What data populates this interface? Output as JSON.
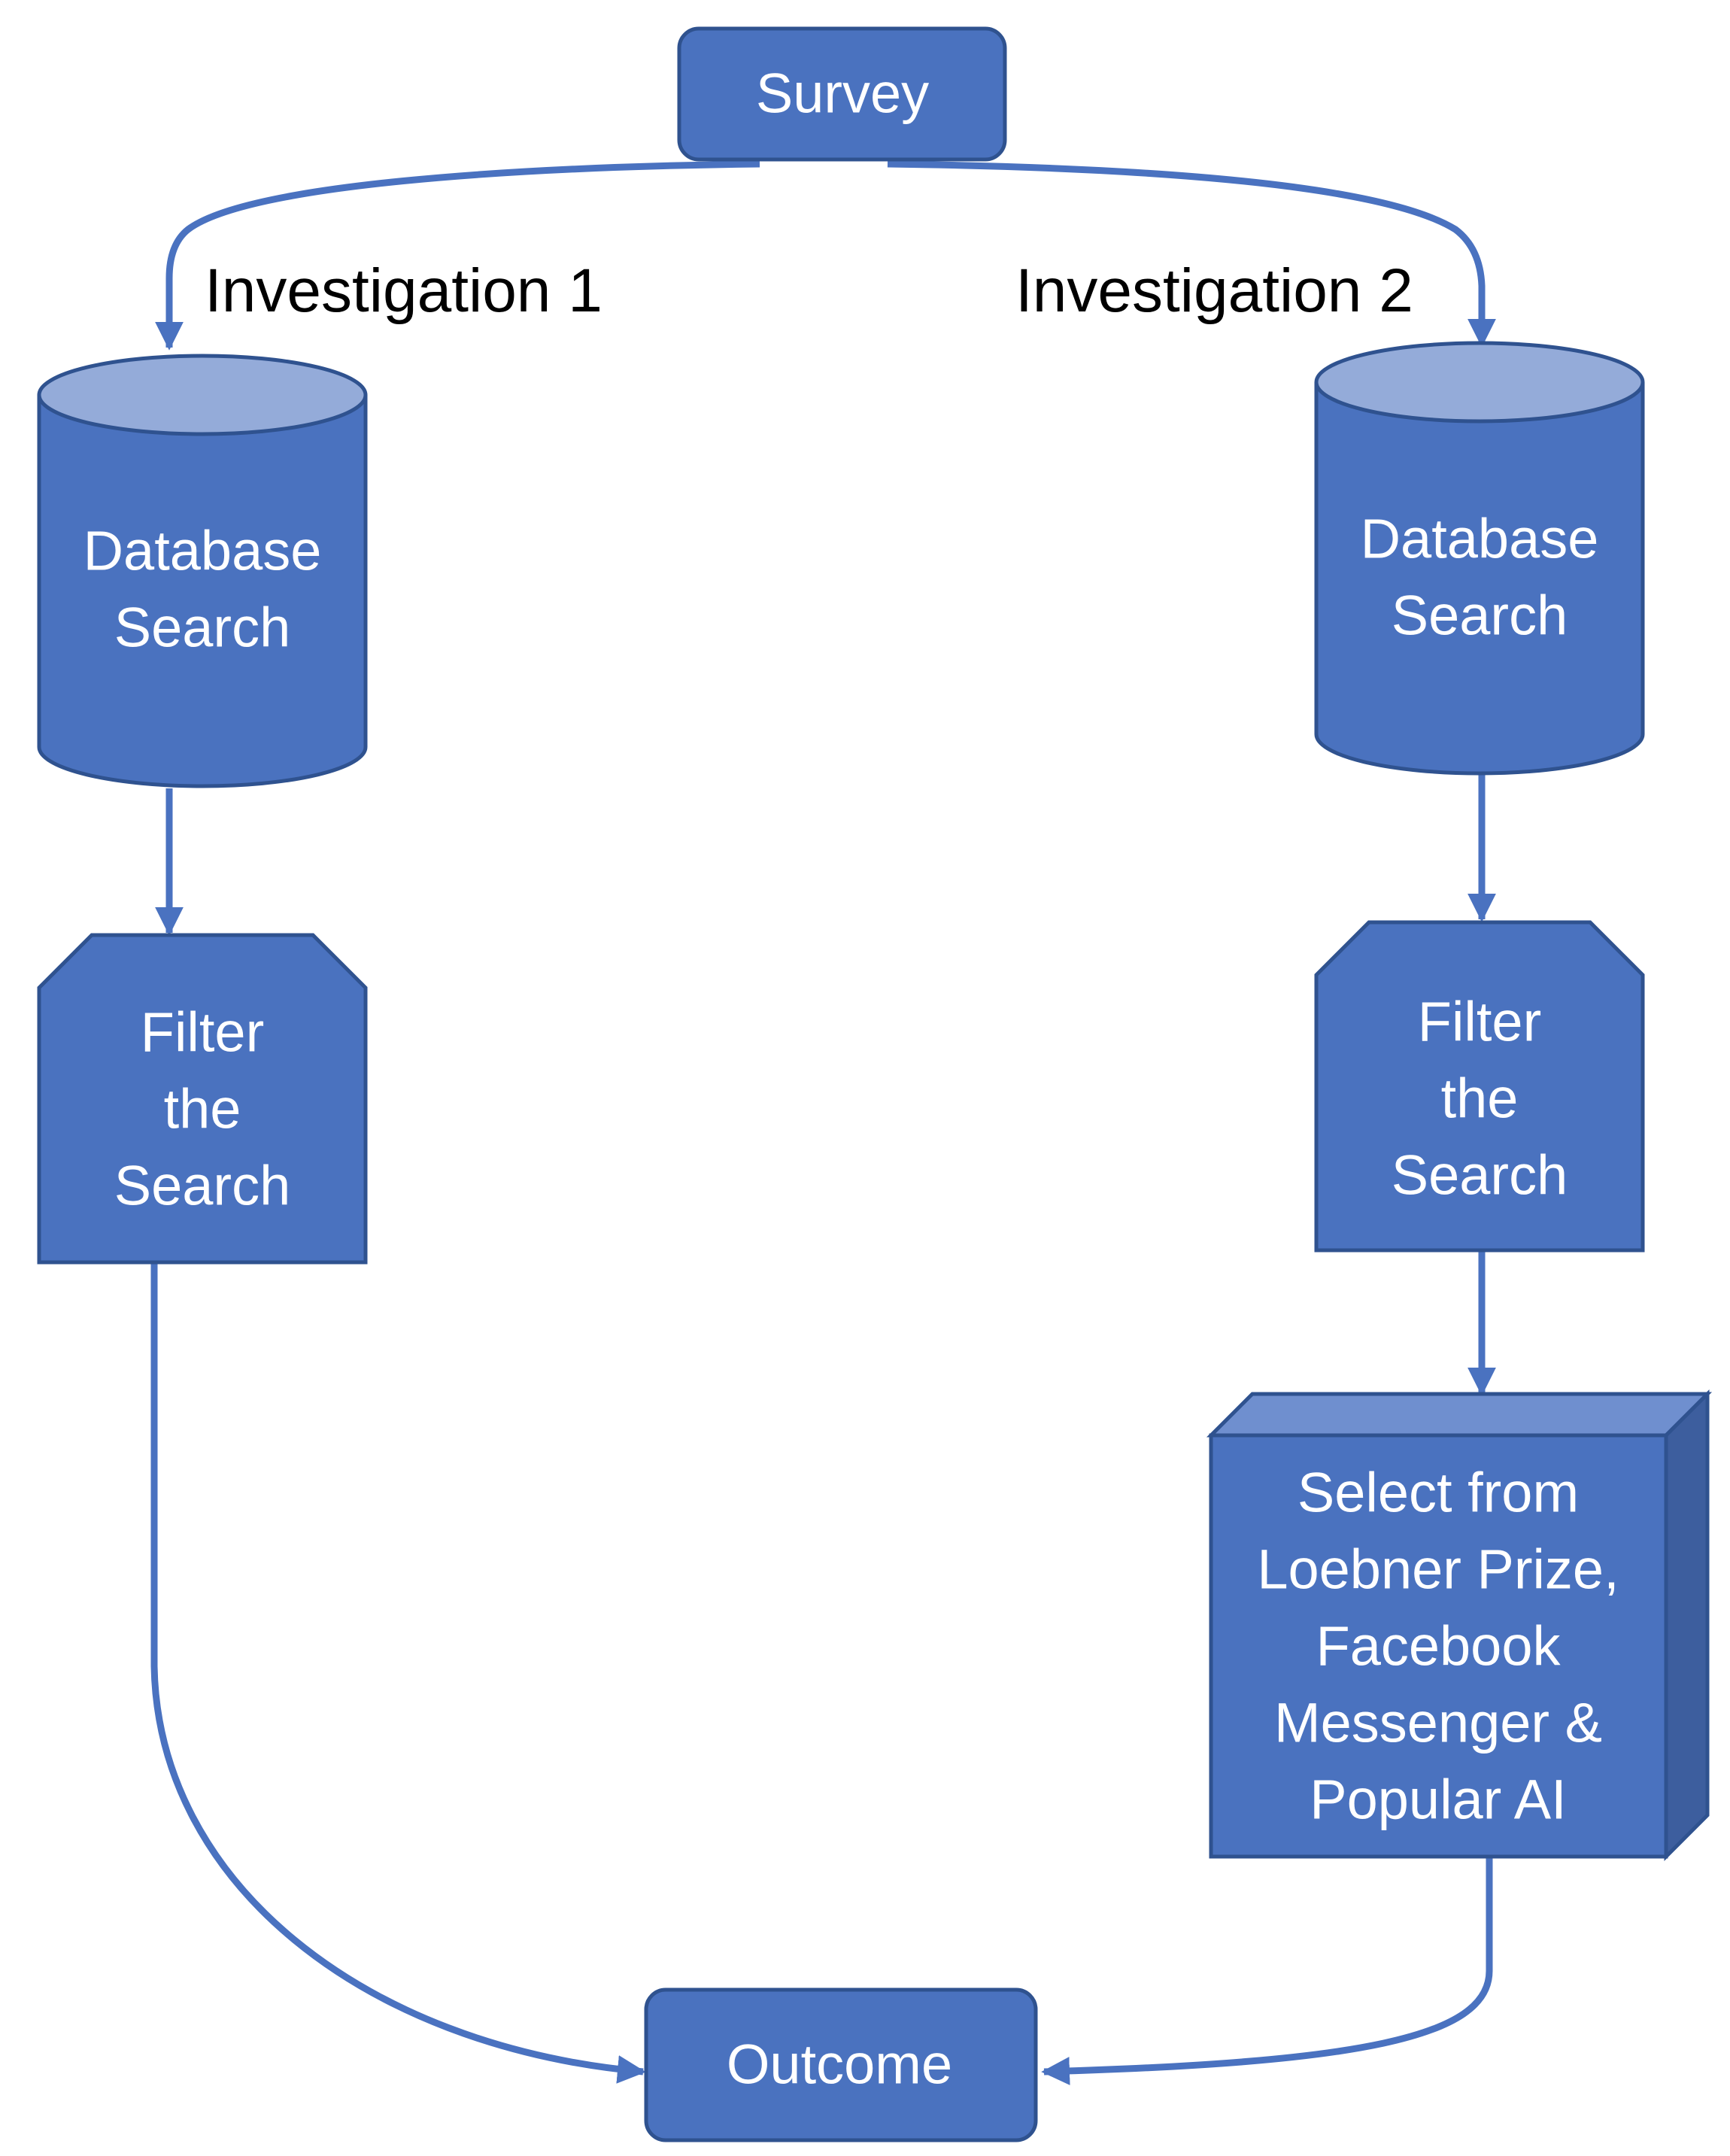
{
  "nodes": {
    "survey": {
      "label": "Survey"
    },
    "db_left": {
      "lines": [
        "Database",
        "Search"
      ]
    },
    "db_right": {
      "lines": [
        "Database",
        "Search"
      ]
    },
    "filter_left": {
      "lines": [
        "Filter",
        "the",
        "Search"
      ]
    },
    "filter_right": {
      "lines": [
        "Filter",
        "the",
        "Search"
      ]
    },
    "select": {
      "lines": [
        "Select from",
        "Loebner Prize,",
        "Facebook",
        "Messenger &",
        "Popular AI"
      ]
    },
    "outcome": {
      "label": "Outcome"
    }
  },
  "labels": {
    "investigation_1": "Investigation 1",
    "investigation_2": "Investigation 2"
  },
  "colors": {
    "fill": "#4a72bf",
    "stroke": "#2f528f",
    "cylinder_top": "#94abd9",
    "cube_top": "#6f8fcf",
    "cube_side": "#3d5e9e",
    "arrow": "#4a72c0"
  }
}
